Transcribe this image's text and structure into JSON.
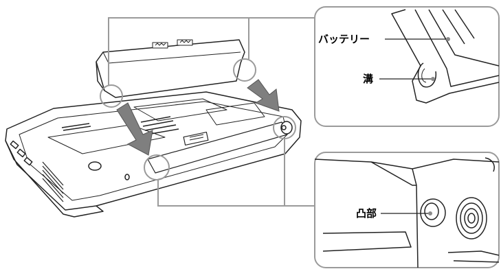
{
  "labels": {
    "battery": "バッテリー",
    "groove": "溝",
    "protrusion": "凸部"
  },
  "colors": {
    "line": "#222222",
    "callout": "#9a9a9a",
    "arrow": "#7f7f7f",
    "dot": "#8a8a8a",
    "fill": "#ffffff"
  }
}
